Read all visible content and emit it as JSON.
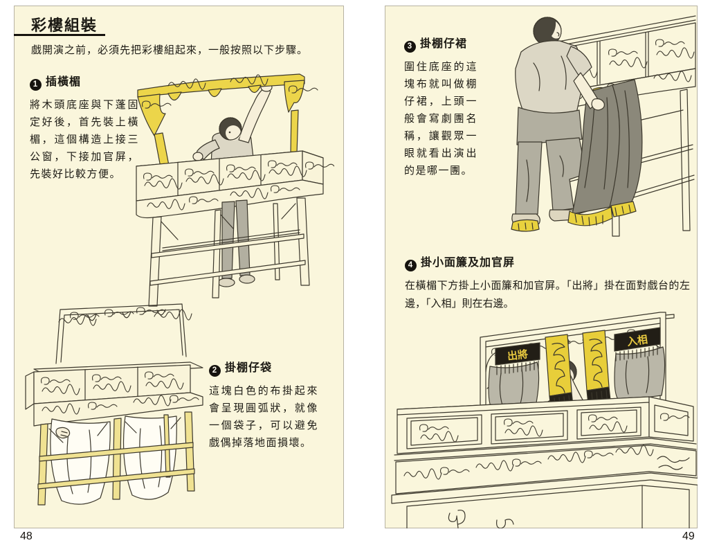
{
  "colors": {
    "page_background": "#faf6dc",
    "ink": "#1c1a14",
    "highlight_gold": "#ecd54a",
    "shirt_gray": "#dcd7c5",
    "pants_gray": "#b2afa0",
    "cloth_dark_gray": "#8b887a",
    "sign_black": "#221e16",
    "sign_gold_text": "#e7c83f",
    "white_cloth": "#fffdf4"
  },
  "left_page": {
    "page_number": "48",
    "title": "彩樓組裝",
    "intro": "戲開演之前，必須先把彩樓組起來，一般按照以下步驟。",
    "steps": [
      {
        "num": "1",
        "title": "插橫楣",
        "body": "將木頭底座與下蓬固定好後，首先裝上橫楣，這個構造上接三公窗，下接加官屏，先裝好比較方便。"
      },
      {
        "num": "2",
        "title": "掛棚仔袋",
        "body": "這塊白色的布掛起來會呈現圓弧狀，就像一個袋子，可以避免戲偶掉落地面損壞。"
      }
    ]
  },
  "right_page": {
    "page_number": "49",
    "steps": [
      {
        "num": "3",
        "title": "掛棚仔裙",
        "body": "圍住底座的這塊布就叫做棚仔裙，上頭一般會寫劇團名稱，讓觀眾一眼就看出演出的是哪一團。"
      },
      {
        "num": "4",
        "title": "掛小面簾及加官屏",
        "body": "在橫楣下方掛上小面簾和加官屏。「出將」掛在面對戲台的左邊，「入相」則在右邊。"
      }
    ],
    "stage_signs": {
      "left": "出將",
      "right": "入相"
    }
  }
}
